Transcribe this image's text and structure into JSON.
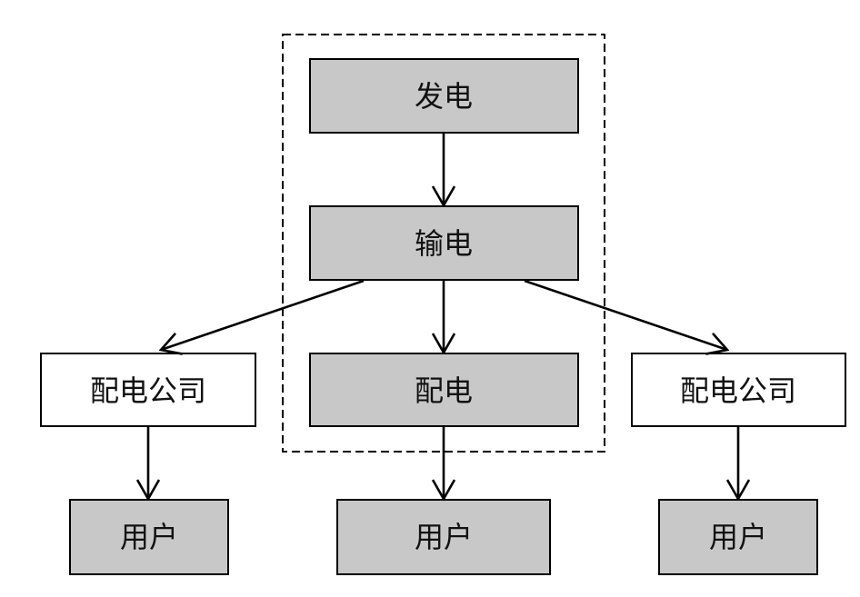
{
  "diagram": {
    "nodes": {
      "generation": "发电",
      "transmission": "输电",
      "distribution": "配电",
      "dist_company_left": "配电公司",
      "dist_company_right": "配电公司",
      "user_left": "用户",
      "user_center": "用户",
      "user_right": "用户"
    }
  },
  "colors": {
    "gray_node_fill": "#c8c8c8",
    "white_node_fill": "#ffffff",
    "stroke": "#000000",
    "background": "#ffffff"
  }
}
